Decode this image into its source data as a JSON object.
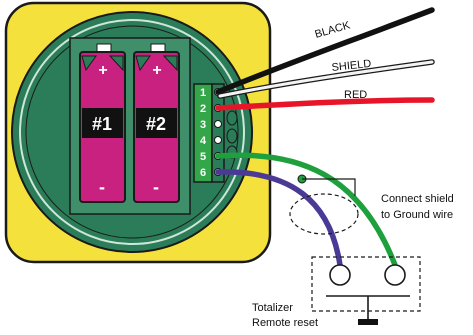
{
  "battery_labels": {
    "one": "#1",
    "two": "#2",
    "plus": "+",
    "minus": "-"
  },
  "terminal_numbers": [
    "1",
    "2",
    "3",
    "4",
    "5",
    "6"
  ],
  "wire_labels": {
    "black": "BLACK",
    "shield": "SHIELD",
    "red": "RED"
  },
  "annotation": {
    "line1": "Connect shield",
    "line2": "to Ground wire"
  },
  "switch_label": {
    "line1": "Totalizer",
    "line2": "Remote reset"
  },
  "colors": {
    "enclosure": "#f5e13c",
    "board": "#2a7d58",
    "battery": "#c8217f",
    "terminal_block": "#33a64a",
    "wire_black": "#111111",
    "wire_red": "#e8152a",
    "wire_green": "#1ea03c",
    "wire_purple": "#4a3a96",
    "wire_shield": "#f4f4f4"
  }
}
